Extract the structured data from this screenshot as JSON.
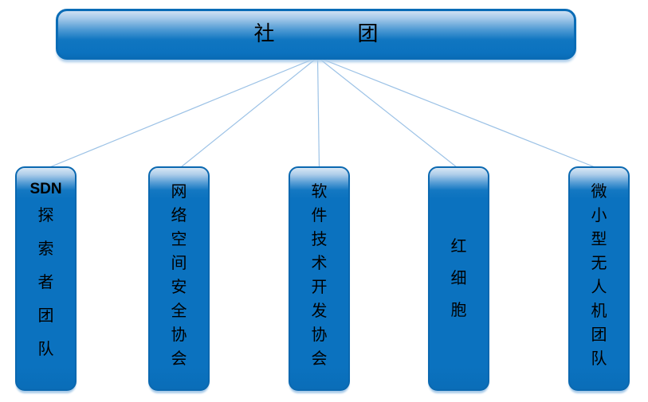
{
  "diagram": {
    "root": {
      "label": "社　　　　团"
    },
    "nodes": [
      {
        "id": "sdn-explorer-team",
        "prefix": "SDN",
        "label": "探索者团队"
      },
      {
        "id": "cyberspace-security-association",
        "prefix": "",
        "label": "网络空间安全协会"
      },
      {
        "id": "software-tech-development-association",
        "prefix": "",
        "label": "软件技术开发协会"
      },
      {
        "id": "red-blood-cell",
        "prefix": "",
        "label": "红细胞"
      },
      {
        "id": "micro-mini-uav-team",
        "prefix": "",
        "label": "微小型无人机团队"
      }
    ],
    "colors": {
      "node_fill": "#0b72bf",
      "node_border": "#0a68b0",
      "highlight": "#d8e6f5",
      "shadow": "#a9cbe9",
      "connector": "#9cc2e6",
      "text": "#000000"
    }
  }
}
